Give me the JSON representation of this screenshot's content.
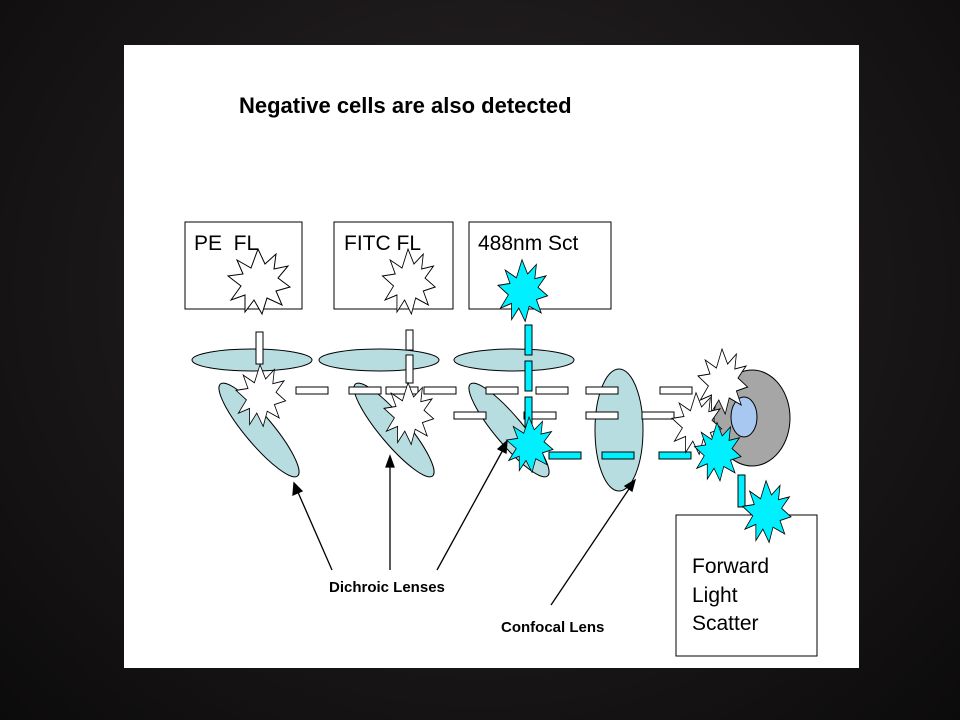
{
  "slide": {
    "title": "Negative cells are also detected",
    "detectors": [
      {
        "label": "PE  FL"
      },
      {
        "label": "FITC FL"
      },
      {
        "label": "488nm Sct"
      }
    ],
    "forward_detector": {
      "lines": [
        "Forward",
        "Light",
        "Scatter"
      ]
    },
    "captions": {
      "dichroic": "Dichroic Lenses",
      "confocal": "Confocal Lens"
    },
    "colors": {
      "lens_fill": "#b7dde0",
      "scatter_light": "#00f0ff",
      "cell_outer": "#a6a6a6",
      "cell_nucleus": "#a8c8f2"
    }
  }
}
